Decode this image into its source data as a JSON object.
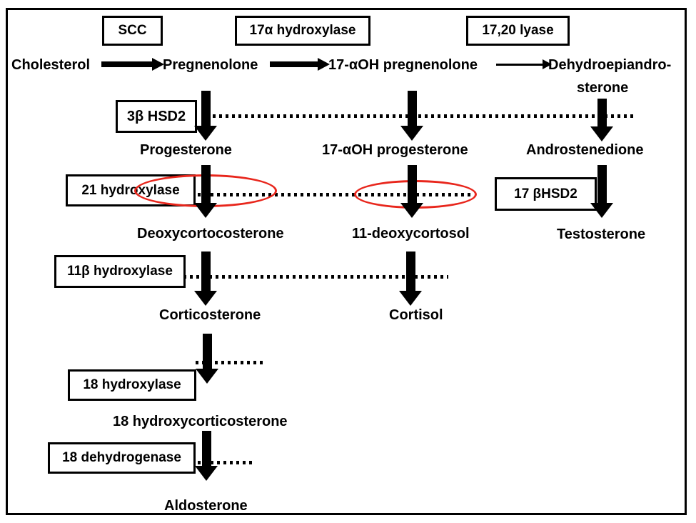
{
  "figure": {
    "kind": "metabolic-pathway-diagram",
    "subject": "Adrenal steroid hormone synthesis pathway"
  },
  "colors": {
    "line": "#000000",
    "highlight_ellipse": "#e8261c",
    "background": "#ffffff"
  },
  "enzymes": [
    {
      "label": "SCC"
    },
    {
      "label": "17α hydroxylase"
    },
    {
      "label": "17,20 lyase"
    },
    {
      "label": "3β HSD2"
    },
    {
      "label": "21 hydroxylase"
    },
    {
      "label": "17 βHSD2"
    },
    {
      "label": "11β hydroxylase"
    },
    {
      "label": "18 hydroxylase"
    },
    {
      "label": "18 dehydrogenase"
    }
  ],
  "metabolites": [
    {
      "label": "Cholesterol"
    },
    {
      "label": "Pregnenolone"
    },
    {
      "label": "17-αOH pregnenolone"
    },
    {
      "label_line1": "Dehydroepiandro-",
      "label_line2": "sterone"
    },
    {
      "label": "Progesterone"
    },
    {
      "label": "17-αOH progesterone"
    },
    {
      "label": "Androstenedione"
    },
    {
      "label": "Deoxycortocosterone"
    },
    {
      "label": "11-deoxycortosol"
    },
    {
      "label": "Testosterone"
    },
    {
      "label": "Corticosterone"
    },
    {
      "label": "Cortisol"
    },
    {
      "label": "18 hydroxycorticosterone"
    },
    {
      "label": "Aldosterone"
    }
  ]
}
